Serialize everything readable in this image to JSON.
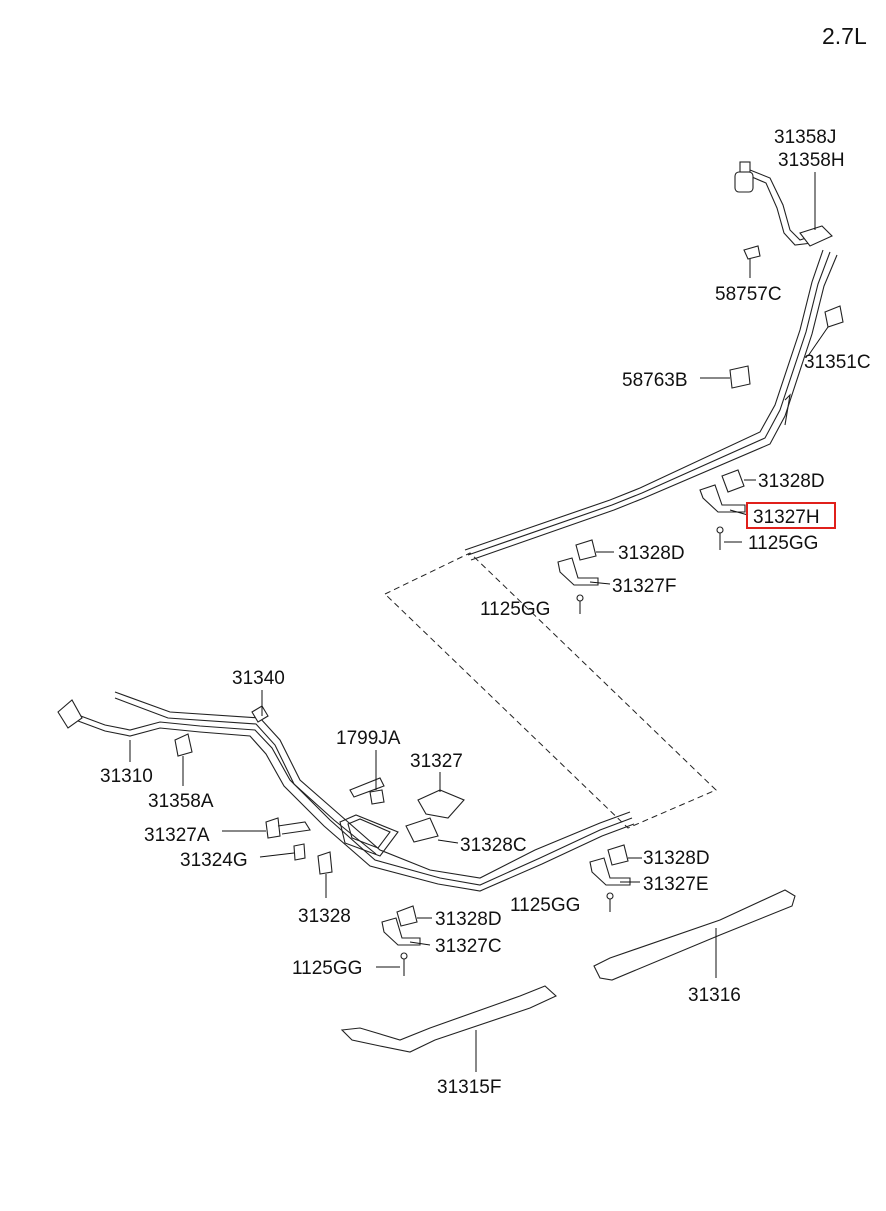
{
  "engine": "2.7L",
  "highlight": "31327H",
  "labels": {
    "l31358J": "31358J",
    "l31358H": "31358H",
    "l58757C": "58757C",
    "l31351C": "31351C",
    "l58763B": "58763B",
    "l31328D_a": "31328D",
    "l31327H": "31327H",
    "l1125GG_a": "1125GG",
    "l31328D_b": "31328D",
    "l31327F": "31327F",
    "l1125GG_b": "1125GG",
    "l31340": "31340",
    "l1799JA": "1799JA",
    "l31327": "31327",
    "l31310": "31310",
    "l31358A": "31358A",
    "l31327A": "31327A",
    "l31324G": "31324G",
    "l31328C": "31328C",
    "l31328": "31328",
    "l31328D_c": "31328D",
    "l31327E": "31327E",
    "l1125GG_c": "1125GG",
    "l31328D_d": "31328D",
    "l31327C": "31327C",
    "l1125GG_d": "1125GG",
    "l31316": "31316",
    "l31315F": "31315F"
  }
}
